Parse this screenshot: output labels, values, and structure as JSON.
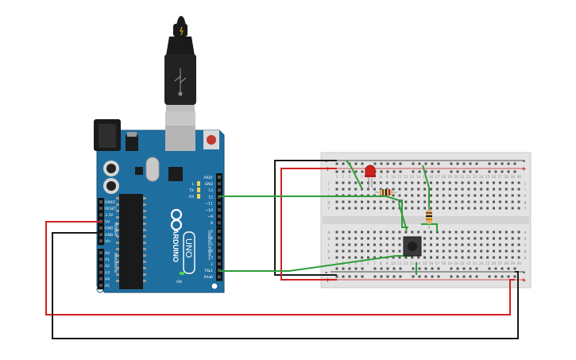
{
  "arduino": {
    "brand": "ARDUINO",
    "model": "UNO",
    "on_label": "ON",
    "header_top_labels": [
      "AREF",
      "GND",
      "13",
      "12",
      "~11",
      "~10",
      "~9",
      "8"
    ],
    "header_top2_labels": [
      "7",
      "~6",
      "~5",
      "4",
      "~3",
      "2",
      "TX▸1",
      "RX◂0"
    ],
    "digital_label": "DIGITAL (PWM~)",
    "power_labels": [
      "IOREF",
      "RESET",
      "3.3V",
      "5V",
      "GND",
      "GND",
      "Vin"
    ],
    "power_title": "POWER",
    "analog_labels": [
      "A0",
      "A1",
      "A2",
      "A3",
      "A4",
      "A5"
    ],
    "analog_title": "ANALOG IN",
    "led_labels": [
      "L",
      "TX",
      "RX"
    ],
    "board_color": "#1f6ea0"
  },
  "breadboard": {
    "column_numbers": [
      "1",
      "2",
      "3",
      "4",
      "5",
      "6",
      "7",
      "8",
      "9",
      "10",
      "11",
      "12",
      "13",
      "14",
      "15",
      "16",
      "17",
      "18",
      "19",
      "20",
      "21",
      "22",
      "23",
      "24",
      "25",
      "26",
      "27",
      "28",
      "29",
      "30"
    ],
    "top_row_letters": [
      "j",
      "i",
      "h",
      "g",
      "f"
    ],
    "bottom_row_letters": [
      "e",
      "d",
      "c",
      "b",
      "a"
    ],
    "plus_sign": "+",
    "minus_sign": "-"
  },
  "components": {
    "led_color": "#d0201c",
    "resistor_color": "#d9b47a",
    "button_color": "#2b2b2b"
  },
  "wires": {
    "red": "#d21f1f",
    "black": "#1a1a1a",
    "green": "#2e9e3a"
  }
}
